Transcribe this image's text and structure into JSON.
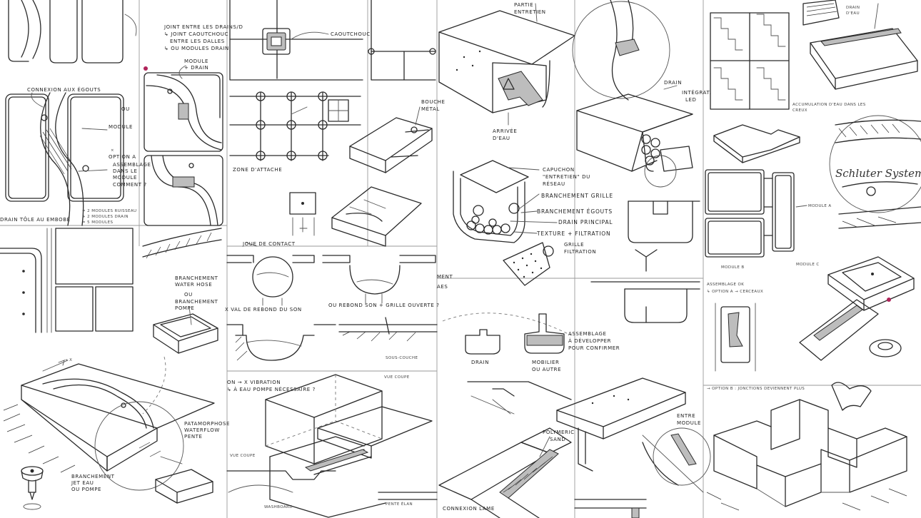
{
  "annotations": {
    "connexion_egouts": "CONNEXION AUX ÉGOUTS",
    "module": "MODULE",
    "ou": "OU",
    "option_a": "OPTION A",
    "assemblage_dans_module_1": "ASSEMBLAGE",
    "assemblage_dans_module_2": "DANS LE",
    "assemblage_dans_module_3": "MODULE",
    "assemblage_dans_module_4": "COMMENT ?",
    "drain_tole": "DRAIN TÔLE AU EMBOBÉ",
    "modules_ruisseau": "= 2 MODULES RUISSEAU",
    "modules_drain": "+ 2 MODULES DRAIN",
    "modules_total": "= 5 MODULES",
    "joint_1": "JOINT ENTRE LES DRAINS/D",
    "joint_2": "↳ JOINT CAOUTCHOUC",
    "joint_3": "ENTRE LES DALLES",
    "joint_4": "↳ OU MODULES DRAIN",
    "module_drain_1": "MODULE",
    "module_drain_2": "+ DRAIN",
    "caoutchouc": "CAOUTCHOUC",
    "zone_attache": "ZONE D'ATTACHE",
    "bouche_metal_1": "BOUCHE",
    "bouche_metal_2": "MÉTAL",
    "joue_contact": "JOUE DE CONTACT",
    "branchement_waterhose_1": "BRANCHEMENT",
    "branchement_waterhose_2": "WATER HOSE",
    "branchement_waterhose_3": "BRANCHEMENT",
    "branchement_waterhose_4": "POMPE",
    "vibration": "X VAL DE REBOND DU SON",
    "ou_rebond": "OU REBOND SON + GRILLE OUVERTE ?",
    "on_vibration_1": "ON → X VIBRATION",
    "on_vibration_2": "↳ À EAU POMPE NÉCESSAIRE ?",
    "vue_coupe_1": "VUE COUPE",
    "vue_coupe_2": "VUE COUPE",
    "washboard": "WASHBOARD",
    "pente_elan": "PENTE ÉLAN",
    "sous_couche": "SOUS-COUCHE",
    "patamorphose_1": "PATAMORPHOSE",
    "patamorphose_2": "WATERFLOW",
    "patamorphose_3": "PENTE",
    "branchement_jet_1": "BRANCHEMENT",
    "branchement_jet_2": "JET EAU",
    "branchement_jet_3": "OU POMPE",
    "partie_entretien_1": "PARTIE",
    "partie_entretien_2": "ENTRETIEN",
    "arrivee_eau_1": "ARRIVÉE",
    "arrivee_eau_2": "D'EAU",
    "capuchon_1": "CAPUCHON",
    "capuchon_2": "\"ENTRETIEN\" DU",
    "capuchon_3": "RÉSEAU",
    "branchement_grille": "BRANCHEMENT GRILLE",
    "branchement_egouts": "BRANCHEMENT ÉGOUTS",
    "drain_principal": "DRAIN PRINCIPAL",
    "texture_filtration": "TEXTURE + FILTRATION",
    "grille_filtration_1": "GRILLE",
    "grille_filtration_2": "FILTRATION",
    "ment": "MENT",
    "aes": "AES",
    "drain_label": "DRAIN",
    "mobilier_1": "MOBILIER",
    "mobilier_2": "OU AUTRE",
    "assemblage_dev_1": "ASSEMBLAGE",
    "assemblage_dev_2": "À DÉVELOPPER",
    "assemblage_dev_3": "POUR CONFIRMER",
    "polymeric_1": "POLYMERIC",
    "polymeric_2": "SAND",
    "connexion_lame": "CONNEXION LAME",
    "drain_right": "DRAIN",
    "integrat_led_1": "INTÉGRAT.",
    "integrat_led_2": "LED",
    "entre_module_1": "ENTRE",
    "entre_module_2": "MODULE",
    "accumulation_1": "ACCUMULATION D'EAU DANS LES",
    "accumulation_2": "CREUX",
    "drain_top_1": "DRAIN",
    "drain_top_2": "D'EAU",
    "module_a": "MODULE A",
    "module_b": "MODULE B",
    "module_c": "MODULE C",
    "assemblage_ok_1": "ASSEMBLAGE OK",
    "assemblage_ok_2": "↳ OPTION A → CERCEAUX",
    "option_b": "→ OPTION B : JONCTIONS DEVIENNENT PLUS",
    "schluter": "Schluter System"
  }
}
